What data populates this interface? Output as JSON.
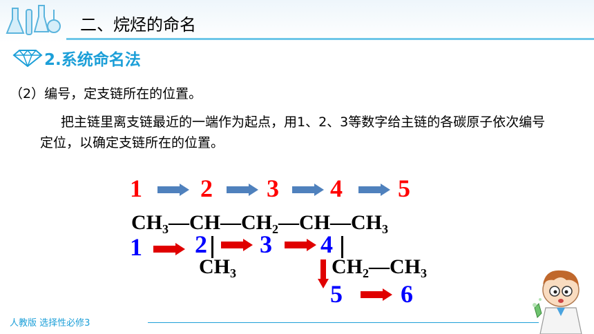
{
  "header": {
    "title": "二、烷烃的命名"
  },
  "subheading": {
    "label": "2.系统命名法"
  },
  "content": {
    "point": "（2）编号，定支链所在的位置。",
    "description": "把主链里离支链最近的一端作为起点，用1、2、3等数字给主链的各碳原子依次编号定位，以确定支链所在的位置。"
  },
  "diagram": {
    "red_numbers": [
      "1",
      "2",
      "3",
      "4",
      "5"
    ],
    "blue_numbers": [
      "1",
      "2",
      "3",
      "4",
      "5",
      "6"
    ],
    "main_chain": {
      "ch3_left": "CH",
      "sub3a": "3",
      "dash1": "—",
      "ch_a": "CH",
      "dash2": "—",
      "ch2": "CH",
      "sub2a": "2",
      "dash3": "—",
      "ch_b": "CH",
      "dash4": "—",
      "ch3_right": "CH",
      "sub3b": "3"
    },
    "branch1": {
      "ch": "CH",
      "sub": "3"
    },
    "branch2": {
      "ch2": "CH",
      "sub2": "2",
      "dash": "—",
      "ch3": "CH",
      "sub3": "3"
    },
    "colors": {
      "red": "#ff0000",
      "blue": "#0000ff",
      "arrow_blue": "#4f81bd",
      "arrow_red": "#e00000"
    }
  },
  "footer": {
    "text": "人教版 选择性必修3"
  },
  "icons": {
    "header_icon": "lab-glassware-icon",
    "subheading_icon": "diamond-icon",
    "mascot": "scientist-mascot-icon"
  }
}
